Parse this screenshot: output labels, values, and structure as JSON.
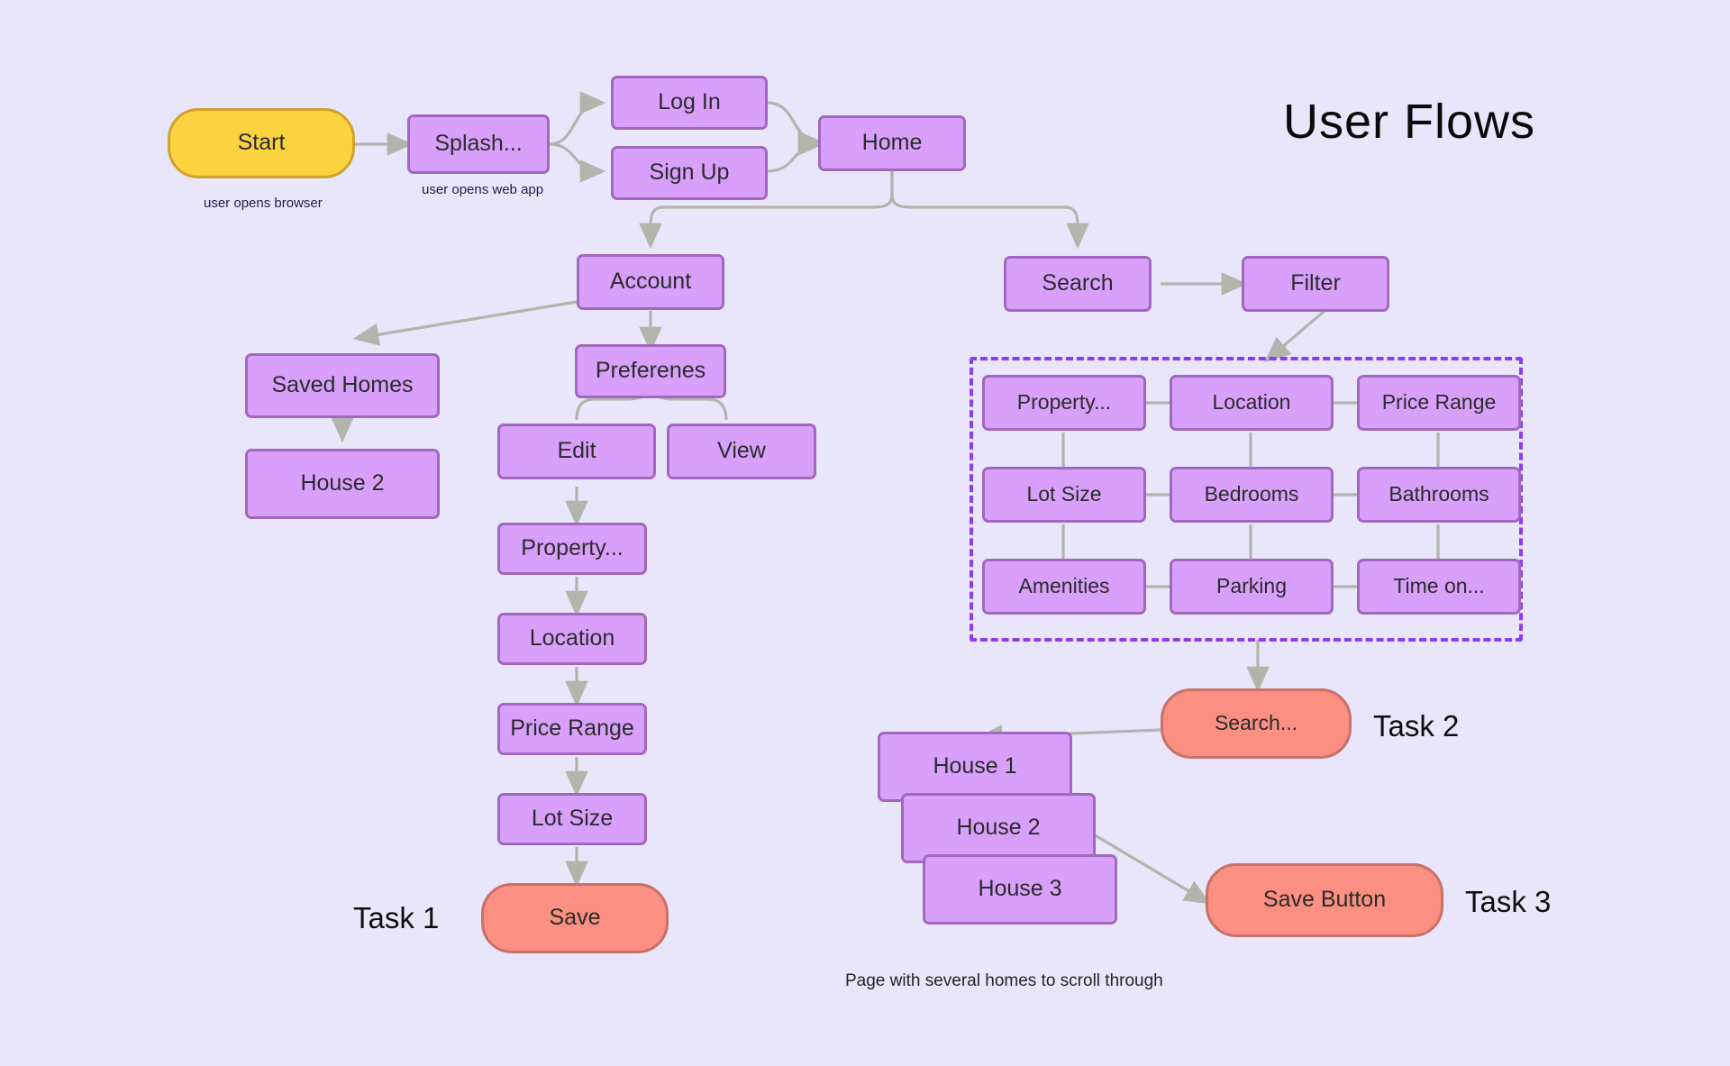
{
  "board": {
    "title": "User Flows",
    "background_color": "#e9e6fb",
    "node_fill": "#d8a0fb",
    "node_border": "#a069bd",
    "start_fill": "#fbd240",
    "start_border": "#cfa32b",
    "task_fill": "#fa8f82",
    "task_border": "#c8706a",
    "dashed_border": "#8b3cf5",
    "edge_color": "#b2b5ab"
  },
  "nodes": {
    "start": "Start",
    "splash": "Splash...",
    "login": "Log In",
    "signup": "Sign Up",
    "home": "Home",
    "account": "Account",
    "saved_homes": "Saved Homes",
    "house2_saved": "House 2",
    "preferences": "Preferenes",
    "edit": "Edit",
    "view": "View",
    "pref_property": "Property...",
    "pref_location": "Location",
    "pref_price_range": "Price Range",
    "pref_lot_size": "Lot Size",
    "save": "Save",
    "search": "Search",
    "filter": "Filter",
    "filter_property": "Property...",
    "filter_location": "Location",
    "filter_price_range": "Price Range",
    "filter_lot_size": "Lot Size",
    "filter_bedrooms": "Bedrooms",
    "filter_bathrooms": "Bathrooms",
    "filter_amenities": "Amenities",
    "filter_parking": "Parking",
    "filter_time_on": "Time on...",
    "search_results": "Search...",
    "house1": "House 1",
    "house2": "House 2",
    "house3": "House 3",
    "save_button": "Save Button"
  },
  "captions": {
    "start": "user opens browser",
    "splash": "user opens web app",
    "homes_page": "Page with several homes to scroll through"
  },
  "task_labels": {
    "task1": "Task 1",
    "task2": "Task 2",
    "task3": "Task 3"
  }
}
